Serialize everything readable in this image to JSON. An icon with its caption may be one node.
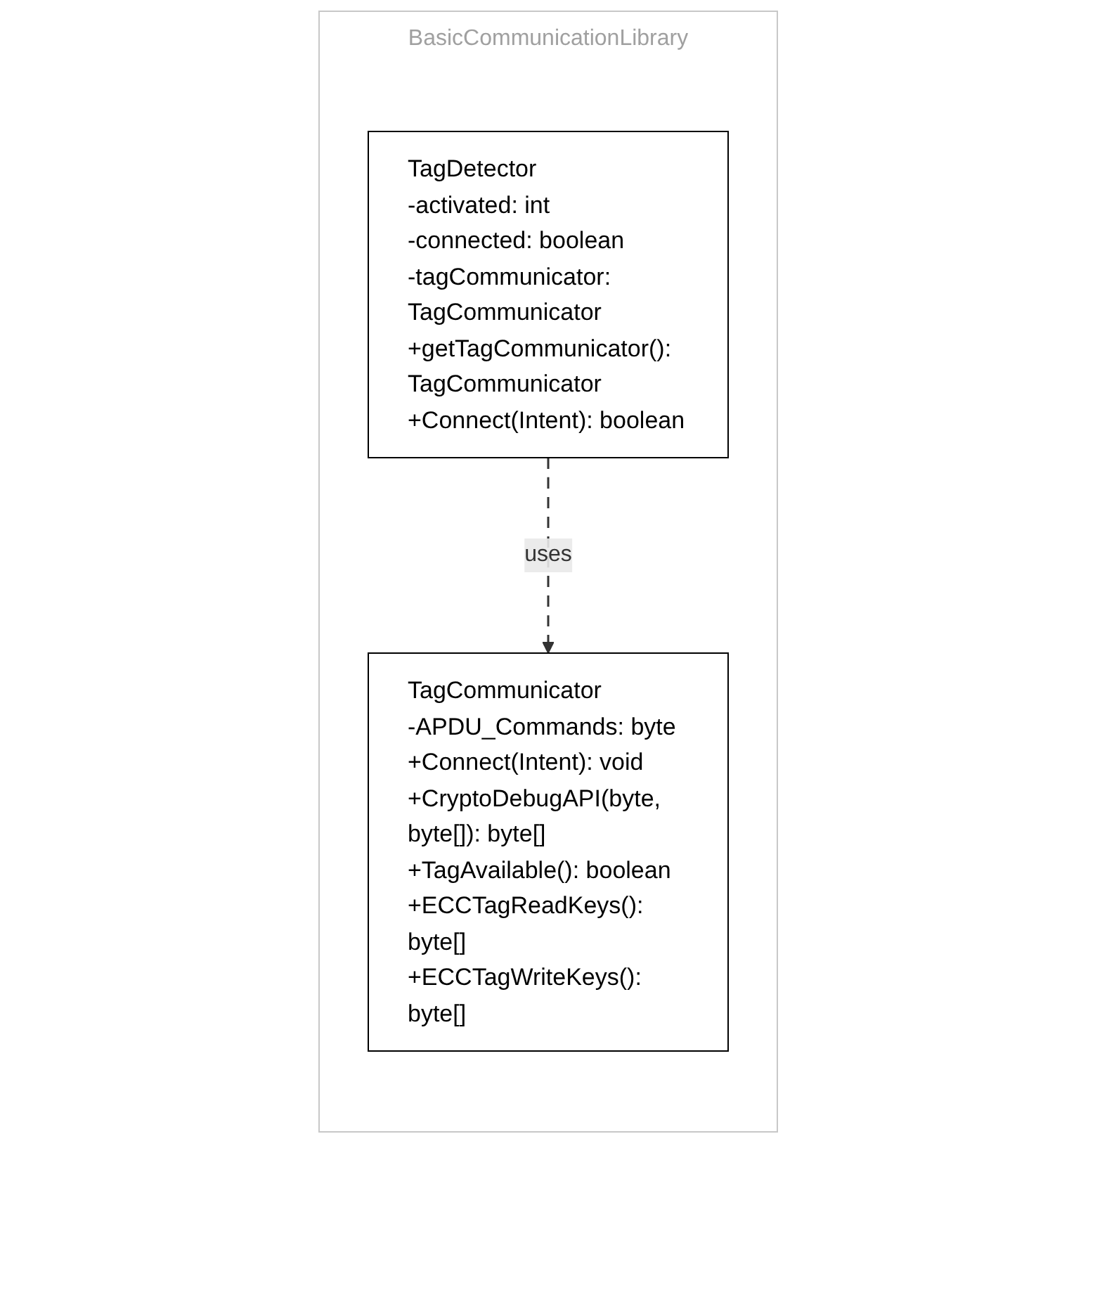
{
  "diagram": {
    "nodes": [
      {
        "text": [
          "BasicCommunicationLibrary"
        ]
      },
      {
        "text": [
          "TagDetector",
          "-activated: int",
          "-connected: boolean",
          "-tagCommunicator: TagCommunicator",
          "+getTagCommunicator(): TagCommunicator",
          "+Connect(Intent): boolean"
        ],
        "in": 0
      },
      {
        "text": [
          "TagCommunicator",
          "-APDU_Commands: byte",
          "+Connect(Intent): void",
          "+CryptoDebugAPI(byte, byte[]): byte[]",
          "+TagAvailable(): boolean",
          "+ECCTagReadKeys(): byte[]",
          "+ECCTagWriteKeys(): byte[]"
        ],
        "in": 0
      }
    ],
    "edges": [
      {
        "from": 1,
        "to": 2,
        "arrow": "to",
        "label": "uses",
        "style": "dashed"
      }
    ]
  }
}
